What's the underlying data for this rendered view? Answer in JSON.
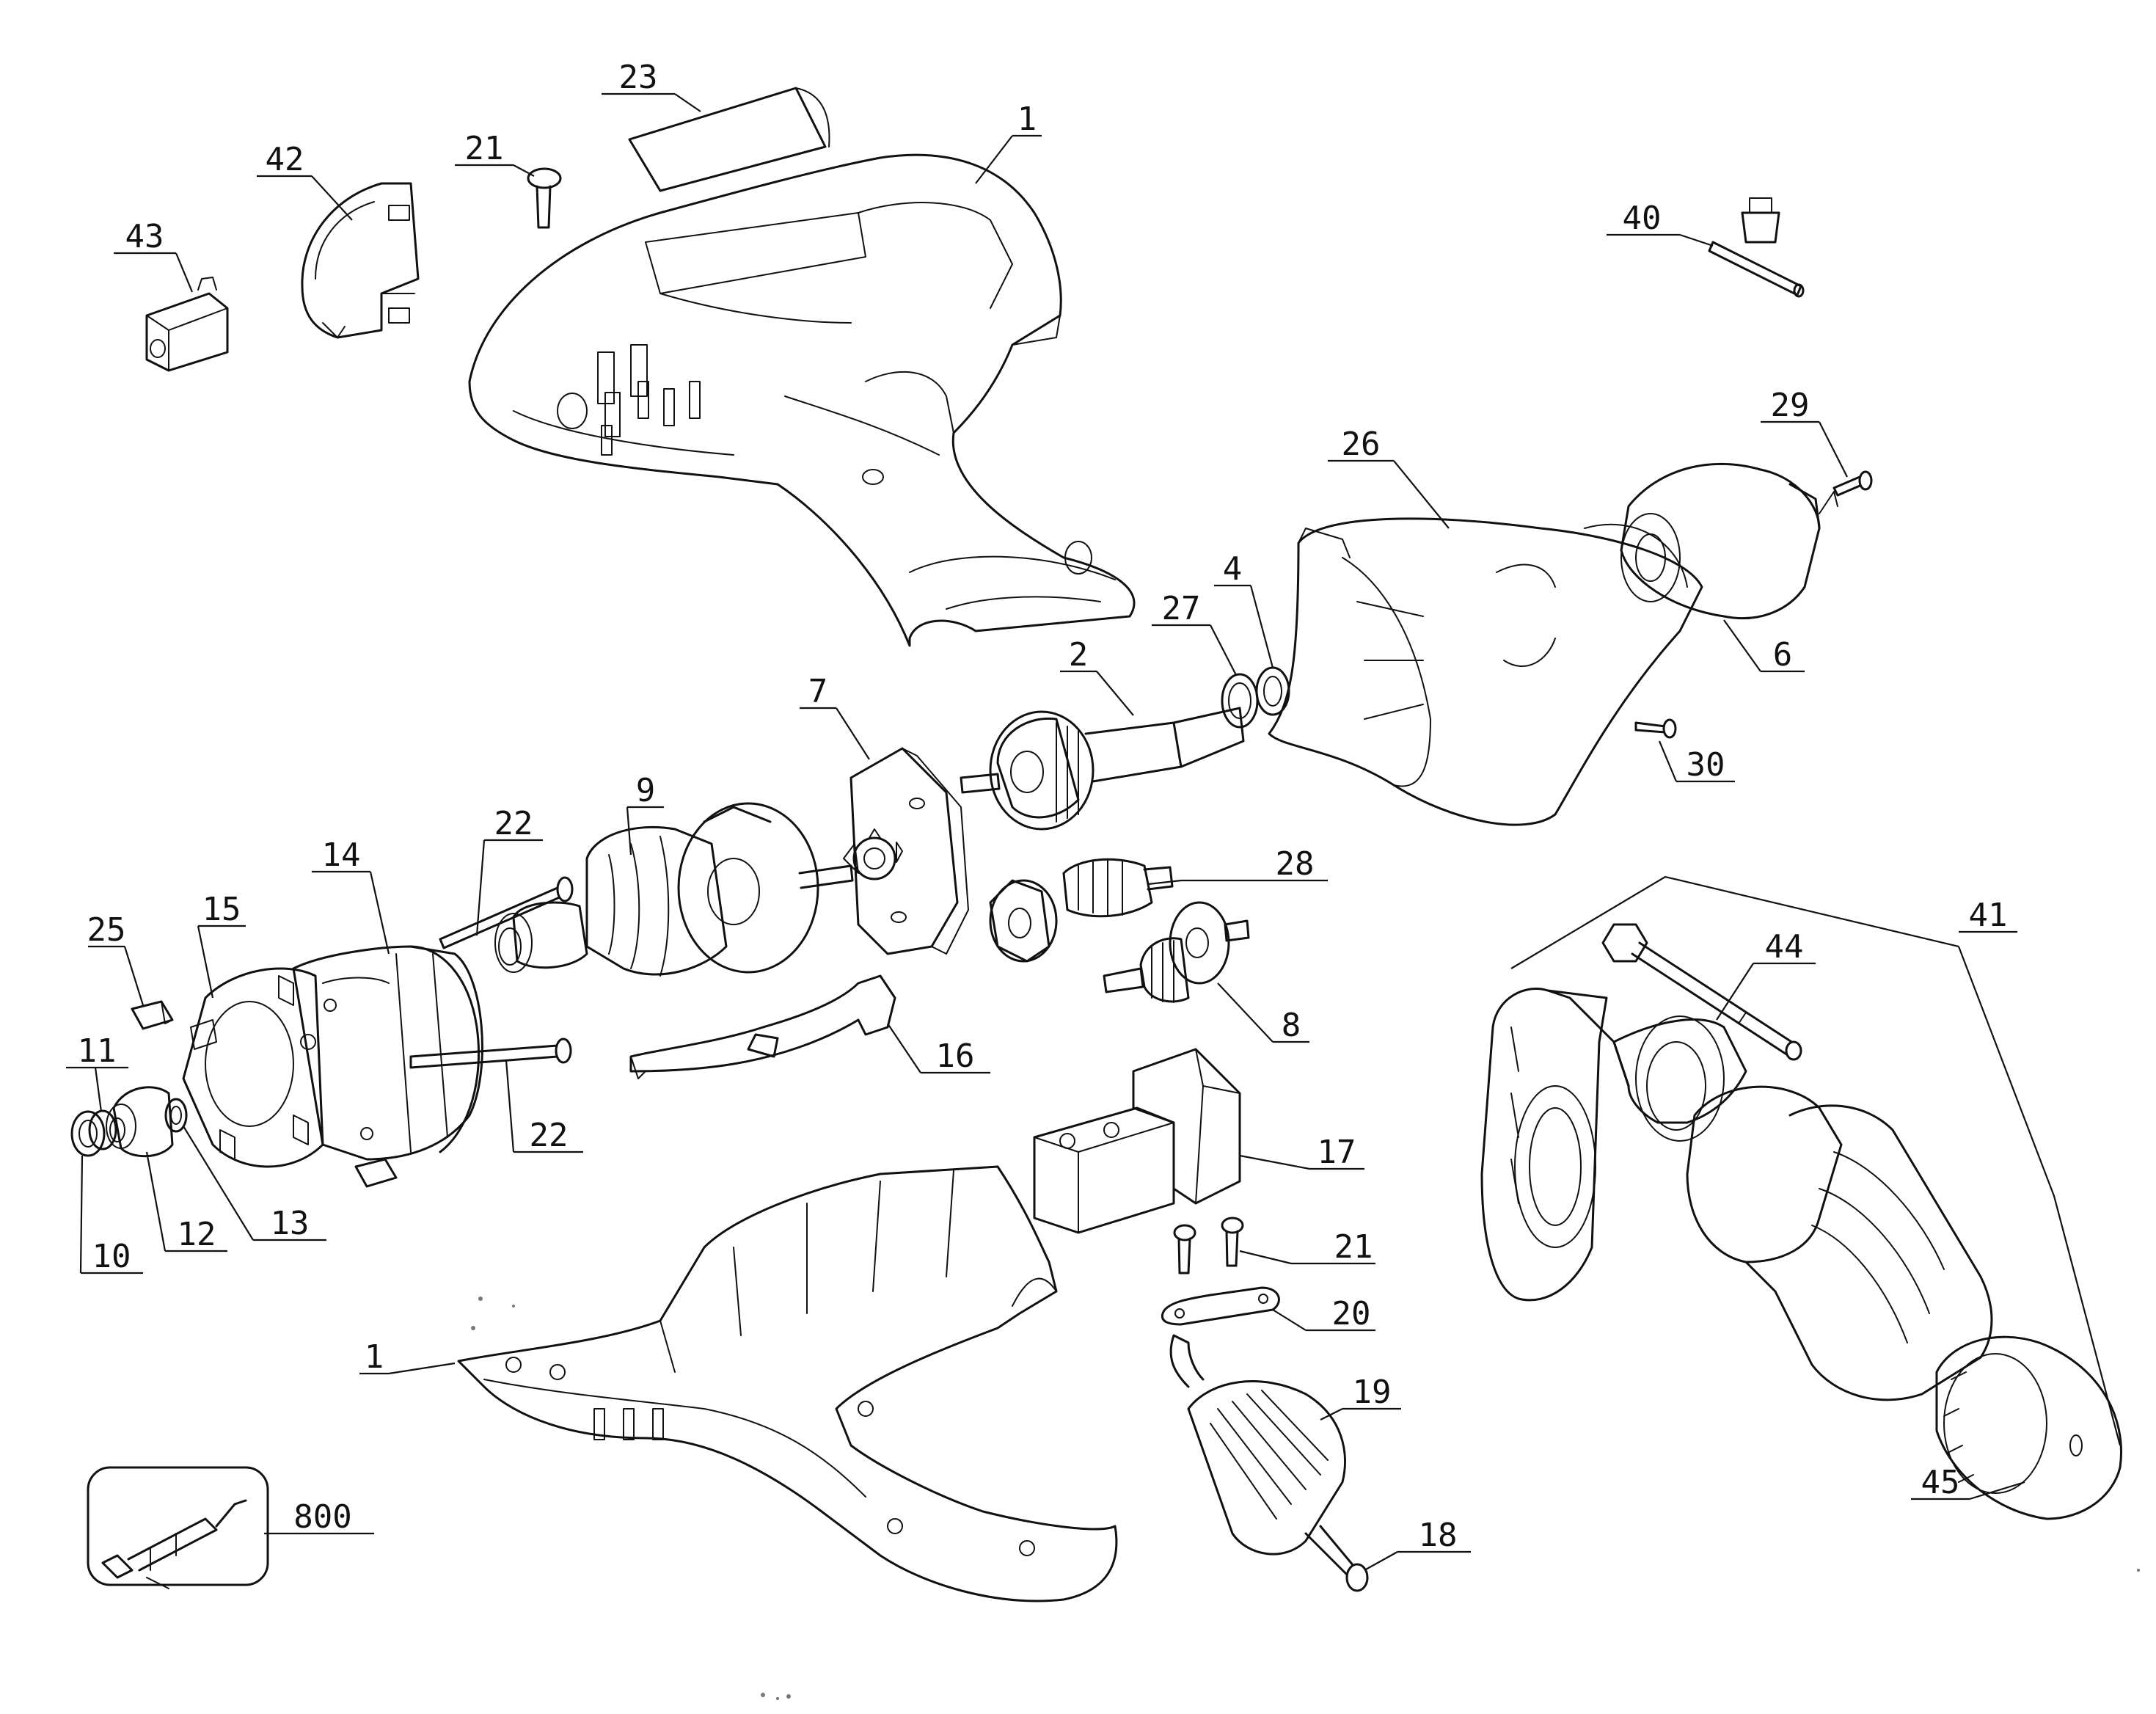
{
  "diagram": {
    "callouts": [
      {
        "id": "c23",
        "label": "23"
      },
      {
        "id": "c1a",
        "label": "1"
      },
      {
        "id": "c21a",
        "label": "21"
      },
      {
        "id": "c42",
        "label": "42"
      },
      {
        "id": "c43",
        "label": "43"
      },
      {
        "id": "c40",
        "label": "40"
      },
      {
        "id": "c29",
        "label": "29"
      },
      {
        "id": "c26",
        "label": "26"
      },
      {
        "id": "c4",
        "label": "4"
      },
      {
        "id": "c27",
        "label": "27"
      },
      {
        "id": "c2",
        "label": "2"
      },
      {
        "id": "c6",
        "label": "6"
      },
      {
        "id": "c7",
        "label": "7"
      },
      {
        "id": "c30",
        "label": "30"
      },
      {
        "id": "c9",
        "label": "9"
      },
      {
        "id": "c22a",
        "label": "22"
      },
      {
        "id": "c14",
        "label": "14"
      },
      {
        "id": "c28",
        "label": "28"
      },
      {
        "id": "c15",
        "label": "15"
      },
      {
        "id": "c25",
        "label": "25"
      },
      {
        "id": "c41",
        "label": "41"
      },
      {
        "id": "c44",
        "label": "44"
      },
      {
        "id": "c8",
        "label": "8"
      },
      {
        "id": "c11",
        "label": "11"
      },
      {
        "id": "c16",
        "label": "16"
      },
      {
        "id": "c22b",
        "label": "22"
      },
      {
        "id": "c17",
        "label": "17"
      },
      {
        "id": "c10",
        "label": "10"
      },
      {
        "id": "c12",
        "label": "12"
      },
      {
        "id": "c13",
        "label": "13"
      },
      {
        "id": "c21b",
        "label": "21"
      },
      {
        "id": "c20",
        "label": "20"
      },
      {
        "id": "c1b",
        "label": "1"
      },
      {
        "id": "c19",
        "label": "19"
      },
      {
        "id": "c45",
        "label": "45"
      },
      {
        "id": "c800",
        "label": "800"
      },
      {
        "id": "c18",
        "label": "18"
      }
    ]
  }
}
